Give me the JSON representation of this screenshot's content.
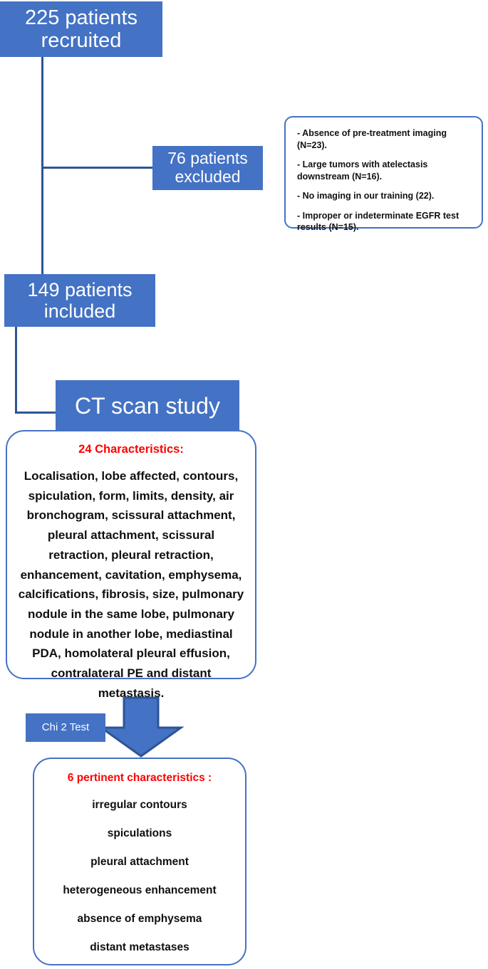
{
  "diagram": {
    "title": "Patient selection and CT scan characteristics flowchart",
    "colors": {
      "box_fill": "#4472C4",
      "box_text": "#FFFFFF",
      "outline": "#4472C4",
      "connector": "#2E5496",
      "heading_red": "#FF0000",
      "arrow_fill": "#4472C4",
      "arrow_border": "#2E5496"
    },
    "nodes": {
      "recruited": {
        "label": "225 patients\nrecruited",
        "count": 225
      },
      "excluded": {
        "label": "76 patients\nexcluded",
        "count": 76
      },
      "included": {
        "label": "149 patients\nincluded",
        "count": 149
      },
      "ct_scan_study": {
        "label": "CT scan study"
      },
      "chi_test": {
        "label": "Chi 2 Test"
      }
    },
    "exclusion_reasons": [
      "- Absence of pre-treatment imaging (N=23).",
      "- Large tumors with atelectasis downstream (N=16).",
      "- No imaging in our training (22).",
      "- Improper or indeterminate EGFR test results (N=15)."
    ],
    "characteristics": {
      "heading": "24 Characteristics:",
      "body": "Localisation, lobe affected, contours, spiculation, form, limits, density, air bronchogram, scissural attachment, pleural attachment, scissural retraction, pleural retraction, enhancement, cavitation, emphysema, calcifications, fibrosis, size, pulmonary nodule in the same lobe, pulmonary nodule in another lobe, mediastinal PDA, homolateral pleural effusion, contralateral PE and distant metastasis."
    },
    "results": {
      "heading": "6 pertinent characteristics :",
      "items": [
        "irregular contours",
        "spiculations",
        "pleural attachment",
        "heterogeneous enhancement",
        "absence of emphysema",
        "distant metastases"
      ]
    }
  }
}
